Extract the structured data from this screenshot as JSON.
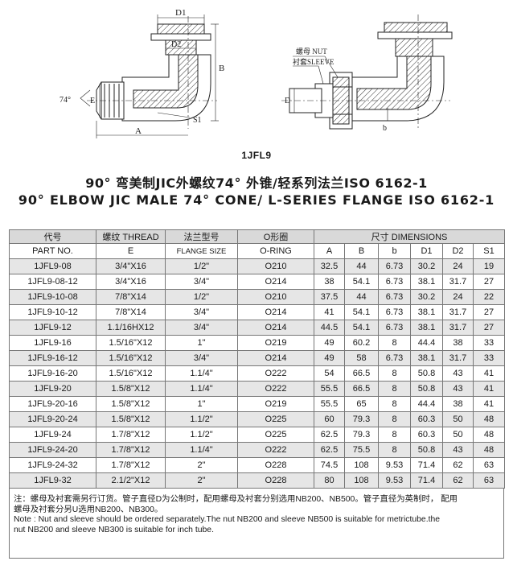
{
  "drawing": {
    "left_labels": {
      "d1": "D1",
      "d2": "D2",
      "b": "B",
      "angle": "74°",
      "e": "E",
      "a": "A",
      "s1": "S1"
    },
    "right_labels": {
      "nut": "螺母 NUT",
      "sleeve": "衬套SLEEVE",
      "d": "D",
      "b": "b"
    }
  },
  "part_no": "1JFL9",
  "title_cn": "90° 弯美制JIC外螺纹74° 外锥/轻系列法兰ISO 6162-1",
  "title_en": "90° ELBOW JIC MALE 74° CONE/ L-SERIES FLANGE ISO 6162-1",
  "table": {
    "header1": {
      "part_cn": "代号",
      "thread": "螺纹 THREAD",
      "flange": "法兰型号",
      "oring": "O形圈",
      "dims": "尺寸 DIMENSIONS"
    },
    "header2": {
      "part_en": "PART NO.",
      "e": "E",
      "flange_size": "FLANGE SIZE",
      "oring": "O-RING",
      "a": "A",
      "b_upper": "B",
      "b_lower": "b",
      "d1": "D1",
      "d2": "D2",
      "s1": "S1"
    },
    "rows": [
      [
        "1JFL9-08",
        "3/4\"X16",
        "1/2\"",
        "O210",
        "32.5",
        "44",
        "6.73",
        "30.2",
        "24",
        "19"
      ],
      [
        "1JFL9-08-12",
        "3/4\"X16",
        "3/4\"",
        "O214",
        "38",
        "54.1",
        "6.73",
        "38.1",
        "31.7",
        "27"
      ],
      [
        "1JFL9-10-08",
        "7/8\"X14",
        "1/2\"",
        "O210",
        "37.5",
        "44",
        "6.73",
        "30.2",
        "24",
        "22"
      ],
      [
        "1JFL9-10-12",
        "7/8\"X14",
        "3/4\"",
        "O214",
        "41",
        "54.1",
        "6.73",
        "38.1",
        "31.7",
        "27"
      ],
      [
        "1JFL9-12",
        "1.1/16HX12",
        "3/4\"",
        "O214",
        "44.5",
        "54.1",
        "6.73",
        "38.1",
        "31.7",
        "27"
      ],
      [
        "1JFL9-16",
        "1.5/16\"X12",
        "1\"",
        "O219",
        "49",
        "60.2",
        "8",
        "44.4",
        "38",
        "33"
      ],
      [
        "1JFL9-16-12",
        "1.5/16\"X12",
        "3/4\"",
        "O214",
        "49",
        "58",
        "6.73",
        "38.1",
        "31.7",
        "33"
      ],
      [
        "1JFL9-16-20",
        "1.5/16\"X12",
        "1.1/4\"",
        "O222",
        "54",
        "66.5",
        "8",
        "50.8",
        "43",
        "41"
      ],
      [
        "1JFL9-20",
        "1.5/8\"X12",
        "1.1/4\"",
        "O222",
        "55.5",
        "66.5",
        "8",
        "50.8",
        "43",
        "41"
      ],
      [
        "1JFL9-20-16",
        "1.5/8\"X12",
        "1\"",
        "O219",
        "55.5",
        "65",
        "8",
        "44.4",
        "38",
        "41"
      ],
      [
        "1JFL9-20-24",
        "1.5/8\"X12",
        "1.1/2\"",
        "O225",
        "60",
        "79.3",
        "8",
        "60.3",
        "50",
        "48"
      ],
      [
        "1JFL9-24",
        "1.7/8\"X12",
        "1.1/2\"",
        "O225",
        "62.5",
        "79.3",
        "8",
        "60.3",
        "50",
        "48"
      ],
      [
        "1JFL9-24-20",
        "1.7/8\"X12",
        "1.1/4\"",
        "O222",
        "62.5",
        "75.5",
        "8",
        "50.8",
        "43",
        "48"
      ],
      [
        "1JFL9-24-32",
        "1.7/8\"X12",
        "2\"",
        "O228",
        "74.5",
        "108",
        "9.53",
        "71.4",
        "62",
        "63"
      ],
      [
        "1JFL9-32",
        "2.1/2\"X12",
        "2\"",
        "O228",
        "80",
        "108",
        "9.53",
        "71.4",
        "62",
        "63"
      ]
    ]
  },
  "note": {
    "cn_line1": "注：螺母及衬套需另行订货。管子直径D为公制时，配用螺母及衬套分别选用NB200、NB500。管子直径为英制时， 配用",
    "cn_line2": "螺母及衬套分另U选用NB200、NB300。",
    "en_line1": "Note : Nut and sleeve should be ordered separately.The nut NB200 and sleeve NB500 is suitable for metrictube.the",
    "en_line2": "nut NB200 and sleeve NB300 is suitable for inch tube."
  }
}
